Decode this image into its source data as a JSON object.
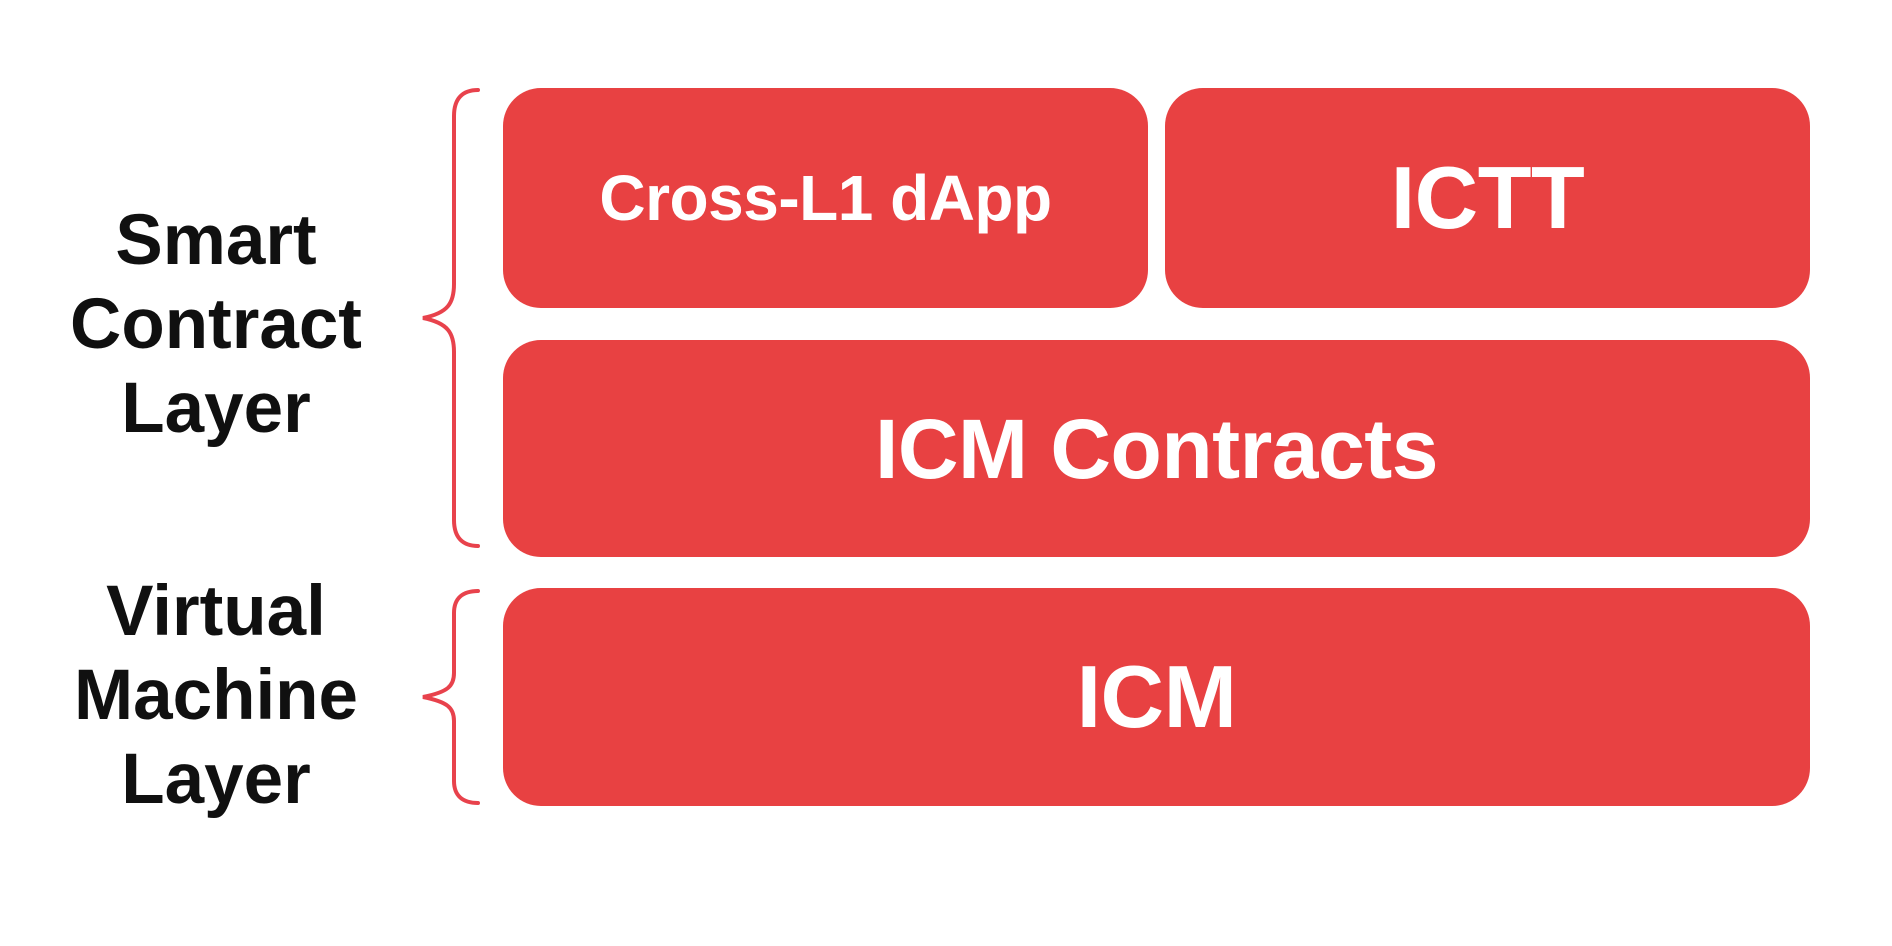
{
  "diagram": {
    "colors": {
      "background": "#ffffff",
      "box_red": "#e84142",
      "brace_red": "#e8424c",
      "label_text": "#101010",
      "box_text": "#ffffff"
    },
    "layers": [
      {
        "name": "smart-contract-layer",
        "label_lines": [
          "Smart",
          "Contract",
          "Layer"
        ],
        "boxes": [
          {
            "id": "cross-l1-dapp",
            "label": "Cross-L1 dApp"
          },
          {
            "id": "ictt",
            "label": "ICTT"
          },
          {
            "id": "icm-contracts",
            "label": "ICM Contracts"
          }
        ]
      },
      {
        "name": "virtual-machine-layer",
        "label_lines": [
          "Virtual",
          "Machine",
          "Layer"
        ],
        "boxes": [
          {
            "id": "icm",
            "label": "ICM"
          }
        ]
      }
    ]
  }
}
